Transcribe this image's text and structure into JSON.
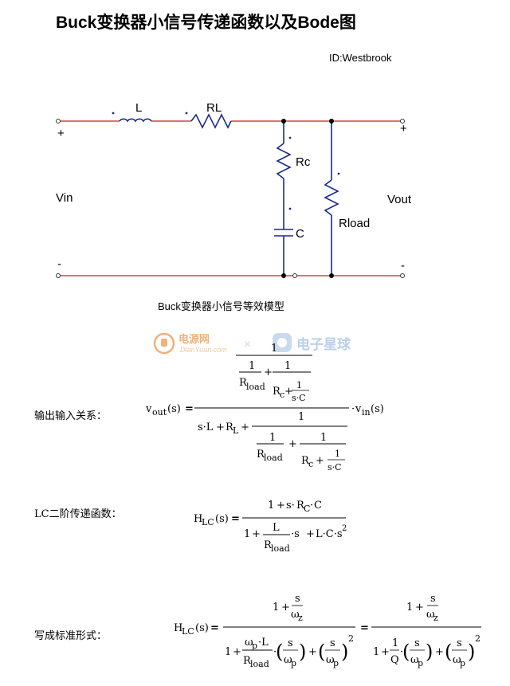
{
  "title": "Buck变换器小信号传递函数以及Bode图",
  "author_id": "ID:Westbrook",
  "schematic": {
    "inductor": "L",
    "resistor_series": "RL",
    "resistor_esr": "Rc",
    "capacitor": "C",
    "resistor_load": "Rload",
    "input_label": "Vin",
    "output_label": "Vout",
    "plus_in": "+",
    "minus_in": "-",
    "plus_out": "+",
    "minus_out": "-",
    "wire_color": "#d94040",
    "component_color": "#1a2a8c"
  },
  "caption": "Buck变换器小信号等效模型",
  "watermark": {
    "brand1": "电源网",
    "brand1_sub": "DianYuan.com",
    "separator": "×",
    "brand2": "电子星球"
  },
  "sections": {
    "io_relation": "输出输入关系：",
    "lc_second_order": "LC二阶传递函数：",
    "standard_form": "写成标准形式："
  },
  "equations": {
    "one": "1",
    "plus": "+",
    "equals": "=",
    "v": "v",
    "out_sub": "out",
    "in_sub": "in",
    "of_s": "(s)",
    "s": "s",
    "s_dot": "s·",
    "dot": "·",
    "s_dot_C": "s·C",
    "s_dot_L": "s·L",
    "R": "R",
    "R_L_sub": "L",
    "R_load": "R",
    "load_sub": "load",
    "R_c": "R",
    "c_sub": "c",
    "C_sub": "C",
    "C": "C",
    "L": "L",
    "L_dot_C_dot_s": "L·C·s",
    "sq": "2",
    "H": "H",
    "LC_sub": "LC",
    "omega": "ω",
    "z_sub": "z",
    "p_sub": "p",
    "Q": "Q",
    "lparen": "(",
    "rparen": ")",
    "omega_p_dot_L": "·L",
    "dot_s": "·s"
  }
}
